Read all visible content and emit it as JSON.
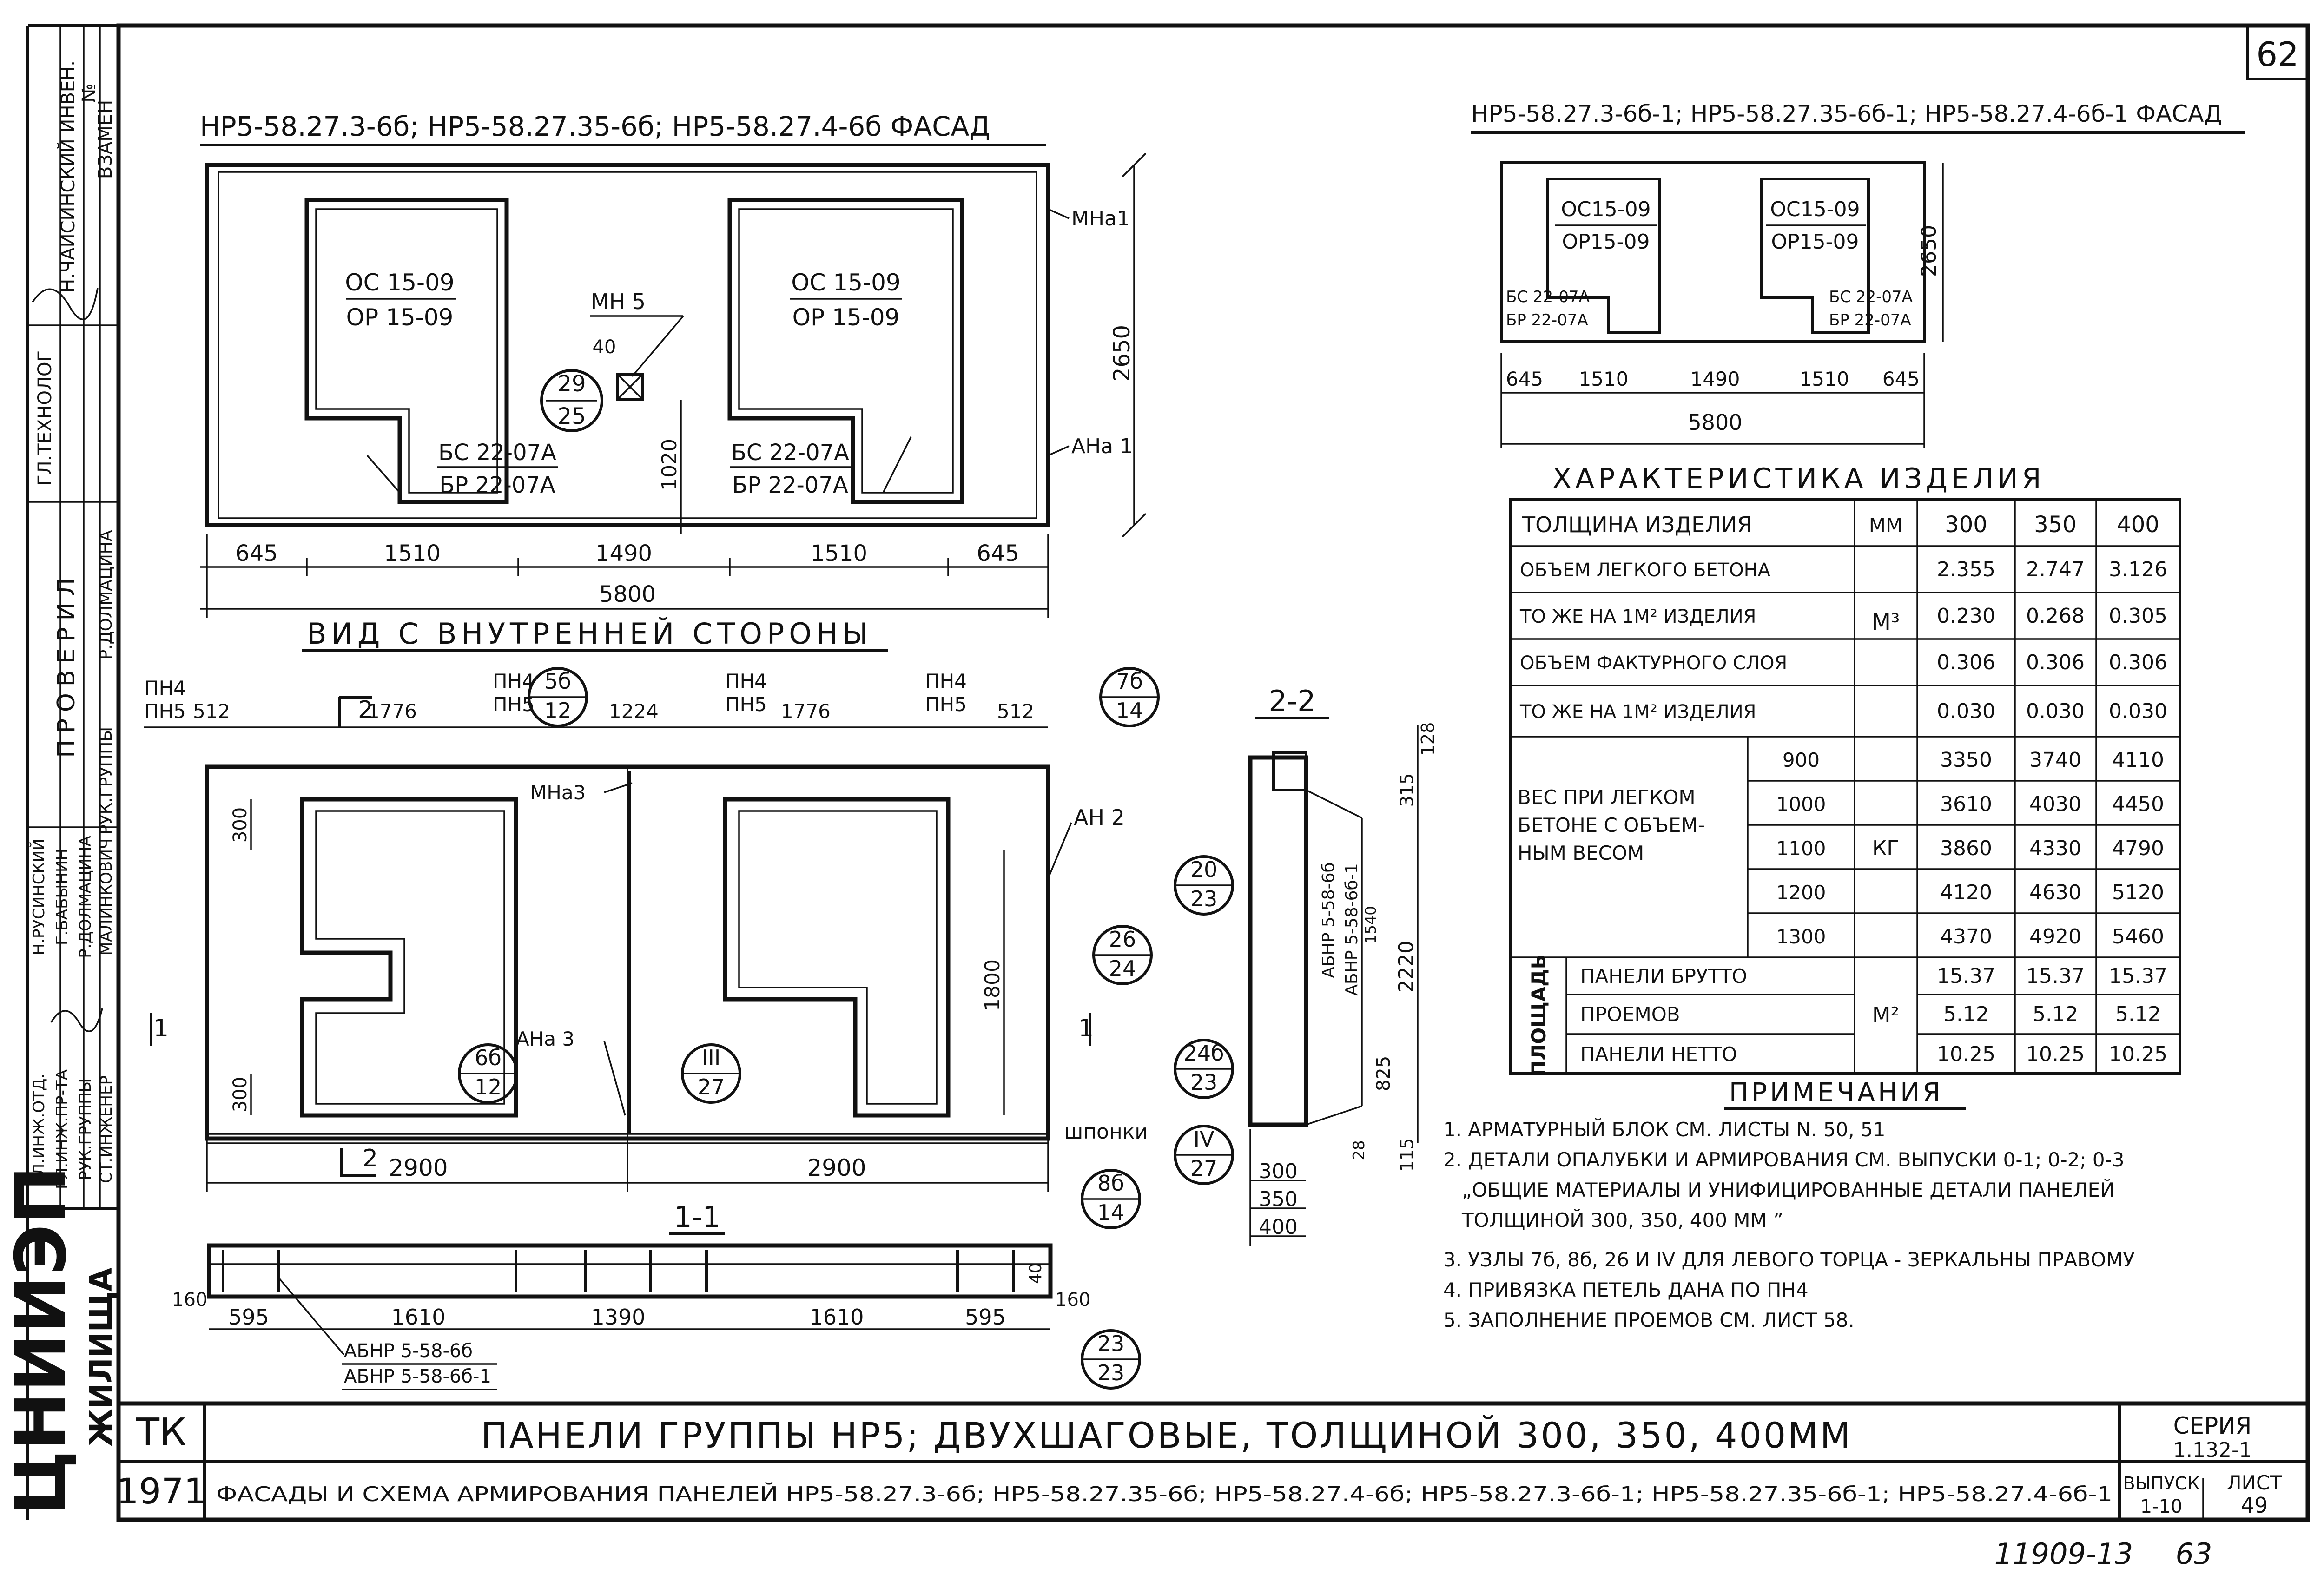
{
  "sheet_number": "62",
  "bottom_number": "11909-13",
  "bottom_page": "63",
  "left_stamp": {
    "side_labels": [
      "ВЗАМЕН",
      "№",
      "Н.ЧАИСИНСКИЙ ИНВЕН.",
      "ГЛ.ТЕХНОЛОГ",
      "ПРОВЕРИЛ",
      "РУК.ГРУППЫ",
      "Р.ДОЛМАЦИНА"
    ],
    "roles": [
      "ГЛ.ИНЖ.ОТД.",
      "ГЛ.ИНЖ.ПР-ТА",
      "РУК.ГРУППЫ",
      "СТ.ИНЖЕНЕР"
    ],
    "names": [
      "Н.РУСИНСКИЙ",
      "Г.БАБЫНИН",
      "Р.ДОЛМАЦИНА",
      "МАЛИНКОВИЧ"
    ],
    "org_logo": "ЦНИИЭП",
    "org_text": "ЖИЛИЩА"
  },
  "facade_main": {
    "title": "НР5-58.27.3-6б; НР5-58.27.35-6б; НР5-58.27.4-6б ФАСАД",
    "window_left_top": "ОС 15-09",
    "window_left_bottom": "ОР 15-09",
    "window_right_top": "ОС 15-09",
    "window_right_bottom": "ОР 15-09",
    "door_left_top": "БС 22-07А",
    "door_left_bottom": "БР 22-07А",
    "door_right_top": "БС 22-07А",
    "door_right_bottom": "БР 22-07А",
    "mn5": "МН 5",
    "dim40": "40",
    "circle": [
      "29",
      "25"
    ],
    "mna1": "МНа1",
    "ana1": "АНа 1",
    "height": "2650",
    "d1020": "1020",
    "dims": [
      "645",
      "1510",
      "1490",
      "1510",
      "645"
    ],
    "total": "5800"
  },
  "facade_small": {
    "title": "НР5-58.27.3-6б-1; НР5-58.27.35-6б-1; НР5-58.27.4-6б-1 ФАСАД",
    "w_top": "ОС15-09",
    "w_bottom": "ОР15-09",
    "d_top": "БС 22-07А",
    "d_bottom": "БР 22-07А",
    "height": "2650",
    "dims": [
      "645",
      "1510",
      "1490",
      "1510",
      "645"
    ],
    "total": "5800"
  },
  "inside_view": {
    "title": "ВИД С ВНУТРЕННЕЙ СТОРОНЫ",
    "pn4": "ПН4",
    "pn5": "ПН5",
    "top_dims": [
      "512",
      "1776",
      "1224",
      "1776",
      "512"
    ],
    "circ_5b": [
      "5б",
      "12"
    ],
    "circ_7b": [
      "7б",
      "14"
    ],
    "circ_26": [
      "26",
      "24"
    ],
    "circ_6b": [
      "6б",
      "12"
    ],
    "circ_III": [
      "III",
      "27"
    ],
    "circ_8b": [
      "8б",
      "14"
    ],
    "mna3": "МНа3",
    "an2": "АН 2",
    "ana3": "АНа 3",
    "shponki": "шпонки",
    "d300a": "300",
    "d300b": "300",
    "d1800": "1800",
    "section_mark": "2",
    "section_mark_side": "1",
    "bottom_dims": [
      "2900",
      "2900"
    ]
  },
  "section_22": {
    "title": "2-2",
    "circ_20": [
      "20",
      "23"
    ],
    "circ_24b": [
      "24б",
      "23"
    ],
    "circ_IV": [
      "IV",
      "27"
    ],
    "rot_text_1": "АБНР 5-58-6б",
    "rot_text_2": "АБНР 5-58-6б-1",
    "rot_1540": "1540",
    "d128": "128",
    "d315": "315",
    "d2220": "2220",
    "d825": "825",
    "d115": "115",
    "d28": "28",
    "thicknesses": [
      "300",
      "350",
      "400"
    ]
  },
  "section_11": {
    "title": "1-1",
    "d160a": "160",
    "d160b": "160",
    "d40": "40",
    "dims": [
      "595",
      "1610",
      "1390",
      "1610",
      "595"
    ],
    "label1": "АБНР 5-58-6б",
    "label2": "АБНР 5-58-6б-1",
    "circ_23": [
      "23",
      "23"
    ]
  },
  "spec": {
    "title": "ХАРАКТЕРИСТИКА ИЗДЕЛИЯ",
    "head": [
      "ТОЛЩИНА ИЗДЕЛИЯ",
      "ММ",
      "300",
      "350",
      "400"
    ],
    "r_vol": [
      "ОБЪЕМ ЛЕГКОГО БЕТОНА",
      "2.355",
      "2.747",
      "3.126"
    ],
    "r_vol_m2": [
      "ТО ЖЕ НА 1М² ИЗДЕЛИЯ",
      "0.230",
      "0.268",
      "0.305"
    ],
    "r_fact": [
      "ОБЪЕМ ФАКТУРНОГО СЛОЯ",
      "0.306",
      "0.306",
      "0.306"
    ],
    "r_fact_m2": [
      "ТО ЖЕ НА 1М² ИЗДЕЛИЯ",
      "0.030",
      "0.030",
      "0.030"
    ],
    "unit_m3": "М³",
    "weight_label": [
      "ВЕС ПРИ ЛЕГКОМ",
      "БЕТОНЕ С ОБЪЕМ-",
      "НЫМ ВЕСОМ"
    ],
    "unit_kg": "КГ",
    "weights": [
      [
        "900",
        "3350",
        "3740",
        "4110"
      ],
      [
        "1000",
        "3610",
        "4030",
        "4450"
      ],
      [
        "1100",
        "3860",
        "4330",
        "4790"
      ],
      [
        "1200",
        "4120",
        "4630",
        "5120"
      ],
      [
        "1300",
        "4370",
        "4920",
        "5460"
      ]
    ],
    "area_label": "ПЛОЩАДЬ",
    "unit_m2": "М²",
    "areas": [
      [
        "ПАНЕЛИ БРУТТО",
        "15.37",
        "15.37",
        "15.37"
      ],
      [
        "ПРОЕМОВ",
        "5.12",
        "5.12",
        "5.12"
      ],
      [
        "ПАНЕЛИ НЕТТО",
        "10.25",
        "10.25",
        "10.25"
      ]
    ]
  },
  "notes": {
    "title": "ПРИМЕЧАНИЯ",
    "lines": [
      "1. АРМАТУРНЫЙ БЛОК СМ. ЛИСТЫ N. 50, 51",
      "2. ДЕТАЛИ ОПАЛУБКИ И АРМИРОВАНИЯ СМ. ВЫПУСКИ 0-1; 0-2; 0-3",
      "„ОБЩИЕ МАТЕРИАЛЫ И УНИФИЦИРОВАННЫЕ ДЕТАЛИ ПАНЕЛЕЙ",
      "ТОЛЩИНОЙ 300, 350, 400 ММ ”",
      "3. УЗЛЫ 7б, 8б, 26 И IV ДЛЯ ЛЕВОГО ТОРЦА - ЗЕРКАЛЬНЫ ПРАВОМУ",
      "4. ПРИВЯЗКА ПЕТЕЛЬ ДАНА ПО ПН4",
      "5. ЗАПОЛНЕНИЕ ПРОЕМОВ СМ. ЛИСТ 58."
    ]
  },
  "title_block": {
    "tk": "ТК",
    "year": "1971",
    "title_line1": "ПАНЕЛИ ГРУППЫ НР5; ДВУХШАГОВЫЕ, ТОЛЩИНОЙ 300, 350, 400ММ",
    "title_line2": "ФАСАДЫ И СХЕМА АРМИРОВАНИЯ ПАНЕЛЕЙ НР5-58.27.3-6б; НР5-58.27.35-6б; НР5-58.27.4-6б; НР5-58.27.3-6б-1; НР5-58.27.35-6б-1; НР5-58.27.4-6б-1",
    "seria_label": "СЕРИЯ",
    "seria_value": "1.132-1",
    "vypusk_label": "ВЫПУСК",
    "vypusk_value": "1-10",
    "list_label": "ЛИСТ",
    "list_value": "49"
  }
}
